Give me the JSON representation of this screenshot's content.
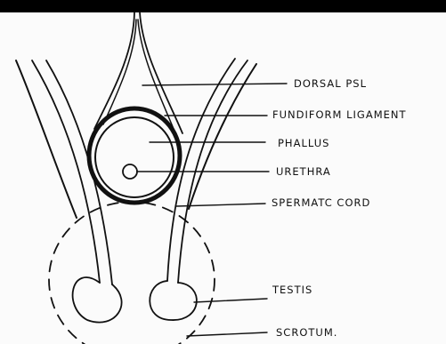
{
  "labels": {
    "dorsal_psl": "DORSAL PSL",
    "fundiform_ligament": "FUNDIFORM LIGAMENT",
    "phallus": "PHALLUS",
    "urethra": "URETHRA",
    "spermatic_cord": "SPERMATC CORD",
    "testis": "TESTIS",
    "scrotum": "SCROTUM."
  },
  "colors": {
    "ink": "#111111",
    "paper": "#fbfbfb",
    "top_bar": "#000000"
  }
}
